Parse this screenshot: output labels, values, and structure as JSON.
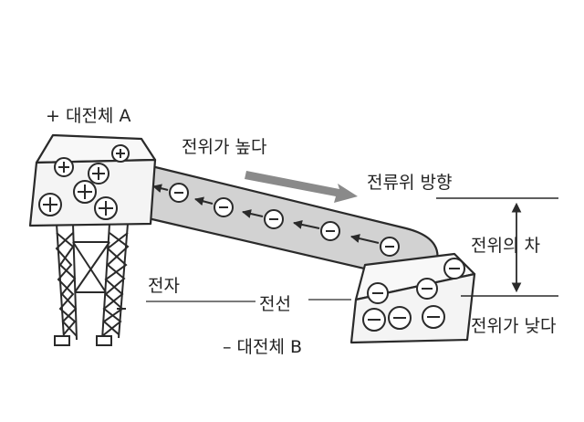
{
  "labels": {
    "conductor_a": "+ 대전체 A",
    "high_potential": "전위가 높다",
    "current_direction": "전류위 방향",
    "potential_difference": "전위의 차",
    "electron": "전자",
    "wire": "전선",
    "conductor_b": "– 대전체 B",
    "low_potential": "전위가 낮다"
  },
  "symbols": {
    "positive_charge": "+",
    "negative_charge": "–"
  },
  "colors": {
    "stroke": "#2a2a2a",
    "block_fill": "#f4f4f4",
    "wire_fill": "#d2d2d2",
    "current_arrow": "#8a8a8a",
    "text": "#222222"
  }
}
